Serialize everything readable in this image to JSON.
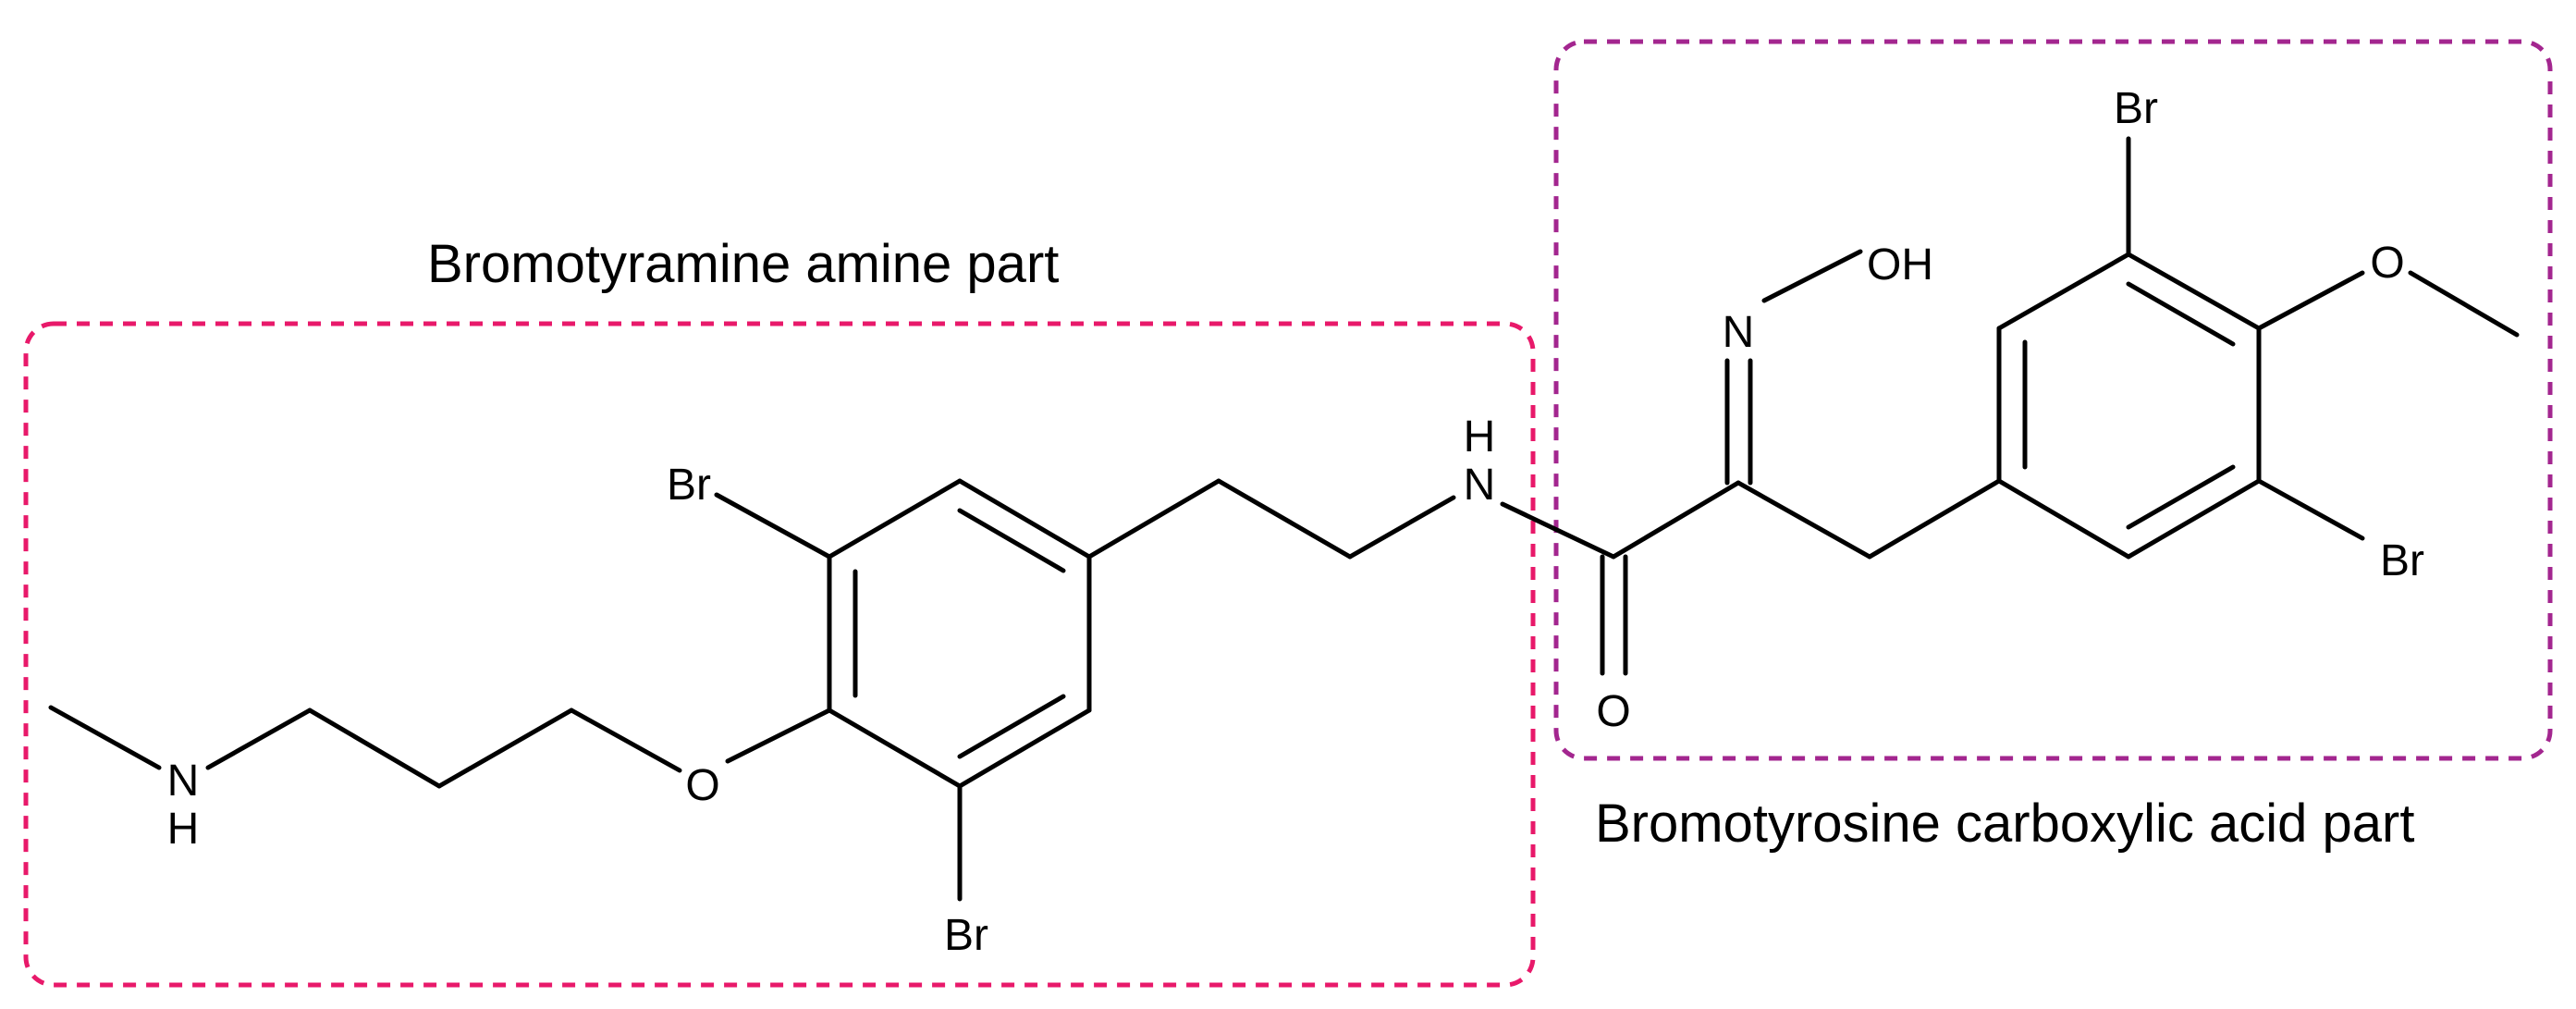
{
  "colors": {
    "amine_box": "#e8196a",
    "acid_box": "#a3268f",
    "bond": "#000000",
    "background": "#ffffff"
  },
  "regions": {
    "amine": {
      "label": "Bromotyramine amine part"
    },
    "acid": {
      "label": "Bromotyrosine carboxylic acid part"
    }
  },
  "atoms": {
    "n_amine": "N",
    "h_amine": "H",
    "o_ether_left": "O",
    "br_upper_left": "Br",
    "br_lower_left": "Br",
    "n_amide": "N",
    "h_amide": "H",
    "o_carbonyl": "O",
    "n_oxime": "N",
    "oh_oxime": "OH",
    "br_upper_right": "Br",
    "o_methoxy": "O",
    "br_lower_right": "Br"
  }
}
